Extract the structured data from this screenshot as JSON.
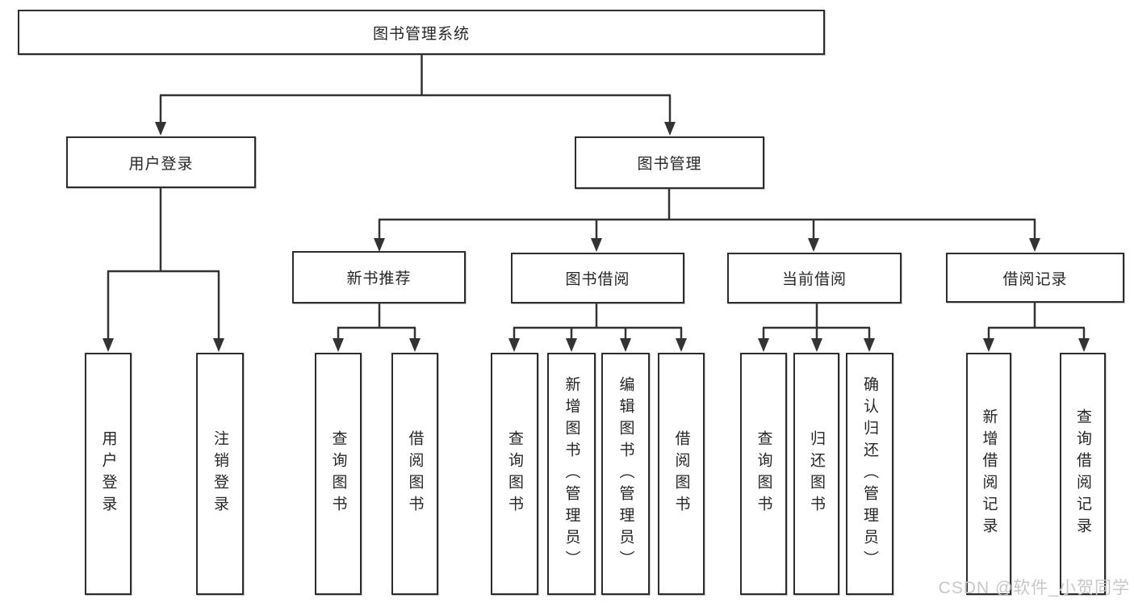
{
  "tree": {
    "root": "图书管理系统",
    "branches": [
      {
        "label": "用户登录",
        "leaves": [
          "用户登录",
          "注销登录"
        ]
      },
      {
        "label": "图书管理",
        "groups": [
          {
            "label": "新书推荐",
            "leaves": [
              "查询图书",
              "借阅图书"
            ]
          },
          {
            "label": "图书借阅",
            "leaves": [
              "查询图书",
              "新增图书（管理员）",
              "编辑图书（管理员）",
              "借阅图书"
            ]
          },
          {
            "label": "当前借阅",
            "leaves": [
              "查询图书",
              "归还图书",
              "确认归还（管理员）"
            ]
          },
          {
            "label": "借阅记录",
            "leaves": [
              "新增借阅记录",
              "查询借阅记录"
            ]
          }
        ]
      }
    ]
  },
  "watermark": "CSDN @软件_小贺同学",
  "colors": {
    "line": "#333333",
    "box_border": "#2d2d2d",
    "text": "#262626",
    "watermark": "#c7c7c7",
    "background": "#ffffff"
  }
}
